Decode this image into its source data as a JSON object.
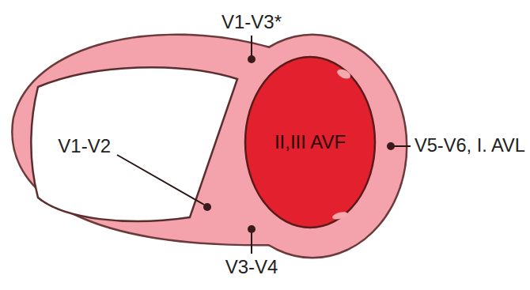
{
  "diagram": {
    "nodes": [
      {
        "text": [
          "II,III AVF"
        ]
      }
    ],
    "labels": [
      "V1-V3*",
      "V1-V2",
      "V5-V6, I. AVL",
      "V3-V4"
    ]
  }
}
